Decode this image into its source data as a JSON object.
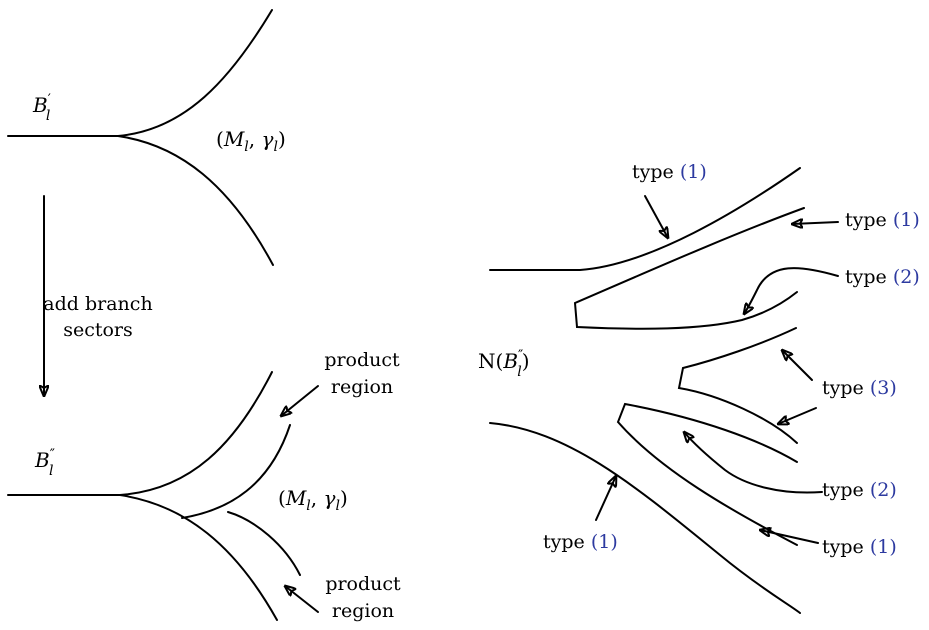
{
  "colors": {
    "reference": "#2d3aa0",
    "ink": "#000000"
  },
  "left": {
    "boundary_top": {
      "symbol": "B",
      "prime": "′",
      "sub": "l"
    },
    "boundary_bottom": {
      "symbol": "B",
      "prime": "″",
      "sub": "l"
    },
    "manifold_top": {
      "open": "(",
      "m": "M",
      "m_sub": "l",
      "comma": ", ",
      "g": "γ",
      "g_sub": "l",
      "close": ")"
    },
    "manifold_bottom": {
      "open": "(",
      "m": "M",
      "m_sub": "l",
      "comma": ", ",
      "g": "γ",
      "g_sub": "l",
      "close": ")"
    },
    "step_label": {
      "line1": "add branch",
      "line2": "sectors"
    },
    "product_region_top": {
      "line1": "product",
      "line2": "region"
    },
    "product_region_bottom": {
      "line1": "product",
      "line2": "region"
    }
  },
  "right": {
    "neighborhood": {
      "n": "N(",
      "symbol": "B",
      "prime": "″",
      "sub": "l",
      "close": ")"
    },
    "type_word": "type ",
    "types": [
      {
        "name": "type-1-top",
        "ref": "(1)"
      },
      {
        "name": "type-1-right-top",
        "ref": "(1)"
      },
      {
        "name": "type-2-upper",
        "ref": "(2)"
      },
      {
        "name": "type-3",
        "ref": "(3)"
      },
      {
        "name": "type-2-lower",
        "ref": "(2)"
      },
      {
        "name": "type-1-right-bottom",
        "ref": "(1)"
      },
      {
        "name": "type-1-bottom-left",
        "ref": "(1)"
      }
    ]
  }
}
